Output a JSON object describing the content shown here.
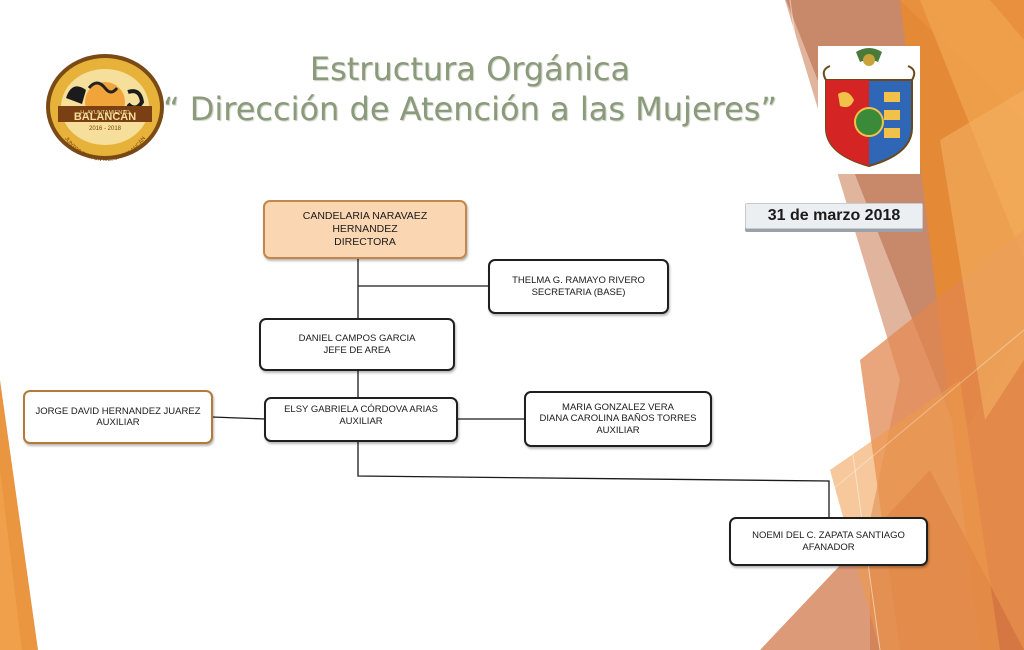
{
  "header": {
    "title_line1": "Estructura Orgánica",
    "title_line2": "“ Dirección de Atención a las Mujeres”",
    "date": "31 de marzo 2018"
  },
  "logo_left": {
    "icon": "balancan-municipal-seal",
    "text_main": "BALANCÁN",
    "text_years": "2016 - 2018",
    "text_arc_top": "H. AYUNTAMIENTO",
    "text_arc_bottom": "JUNTOS POR UN MEJOR BALANCÁN"
  },
  "logo_right": {
    "icon": "tabasco-coat-of-arms"
  },
  "org_chart": {
    "nodes": [
      {
        "id": "director",
        "lines": [
          "CANDELARIA NARAVAEZ",
          "HERNANDEZ",
          "DIRECTORA"
        ]
      },
      {
        "id": "secretaria",
        "lines": [
          "THELMA G. RAMAYO RIVERO",
          "SECRETARIA (BASE)"
        ]
      },
      {
        "id": "jefe",
        "lines": [
          "DANIEL  CAMPOS GARCIA",
          "JEFE DE AREA"
        ]
      },
      {
        "id": "aux-elsy",
        "lines": [
          "ELSY GABRIELA CÓRDOVA ARIAS",
          "AUXILIAR"
        ]
      },
      {
        "id": "aux-jorge",
        "lines": [
          "JORGE DAVID HERNANDEZ JUAREZ",
          "AUXILIAR"
        ]
      },
      {
        "id": "aux-maria",
        "lines": [
          "MARIA GONZALEZ VERA",
          "DIANA CAROLINA BAÑOS TORRES",
          "AUXILIAR"
        ]
      },
      {
        "id": "afanador",
        "lines": [
          "NOEMI DEL C. ZAPATA SANTIAGO",
          "AFANADOR"
        ]
      }
    ]
  },
  "colors": {
    "title": "#8a9a7a",
    "director_fill": "#fad7b2",
    "director_border": "#c3874c",
    "accent_orange": "#e8892a",
    "accent_brown": "#b5714b"
  }
}
